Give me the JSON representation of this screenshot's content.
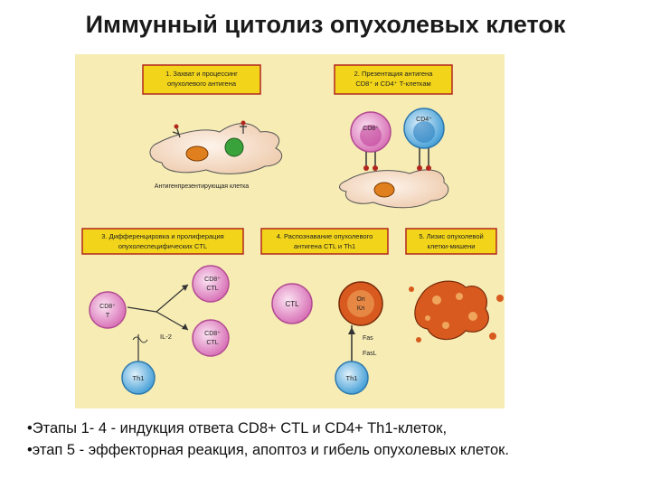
{
  "title": "Иммунный цитолиз опухолевых клеток",
  "colors": {
    "background": "#f6ecb4",
    "box_fill": "#f2d51a",
    "box_border": "#b3261e",
    "cytoplasm": "#f7ddc8",
    "nucleus": "#e07f1e",
    "cd8_cell": "#e68fc9",
    "cd4_cell": "#66b3e3",
    "tumor_cell": "#d85a1f"
  },
  "boxes": {
    "step1": [
      "1. Захват и процессинг",
      "опухолевого антигена"
    ],
    "step2": [
      "2. Презентация антигена",
      "CD8⁺ и CD4⁺ Т-клеткам"
    ],
    "step3": [
      "3. Дифференцировка и пролиферация",
      "опухолеспецифических CTL"
    ],
    "step4": [
      "4. Распознавание опухолевого",
      "антигена CTL и Th1"
    ],
    "step5": [
      "5. Лизис опухолевой",
      "клетки-мишени"
    ]
  },
  "labels": {
    "apc": "Антигенпрезентирующая клетка",
    "cd8_step2": "CD8⁺",
    "cd4_step2": "CD4⁺",
    "cd8_t": "CD8⁺",
    "t": "T",
    "il2": "IL-2",
    "cd8_ctl_top": "CD8⁺",
    "ctl_top": "CTL",
    "cd8_ctl_bottom": "CD8⁺",
    "ctl_bottom": "CTL",
    "th1_left": "Th1",
    "ctl_step4": "CTL",
    "op": "Оп",
    "kl": "Кл",
    "fas": "Fas",
    "fasl": "FasL",
    "th1_step4": "Th1"
  },
  "caption": [
    "•Этапы 1- 4 - индукция ответа CD8+ CTL и CD4+ Th1-клеток,",
    "•этап 5 - эффекторная реакция, апоптоз и гибель опухолевых клеток."
  ]
}
